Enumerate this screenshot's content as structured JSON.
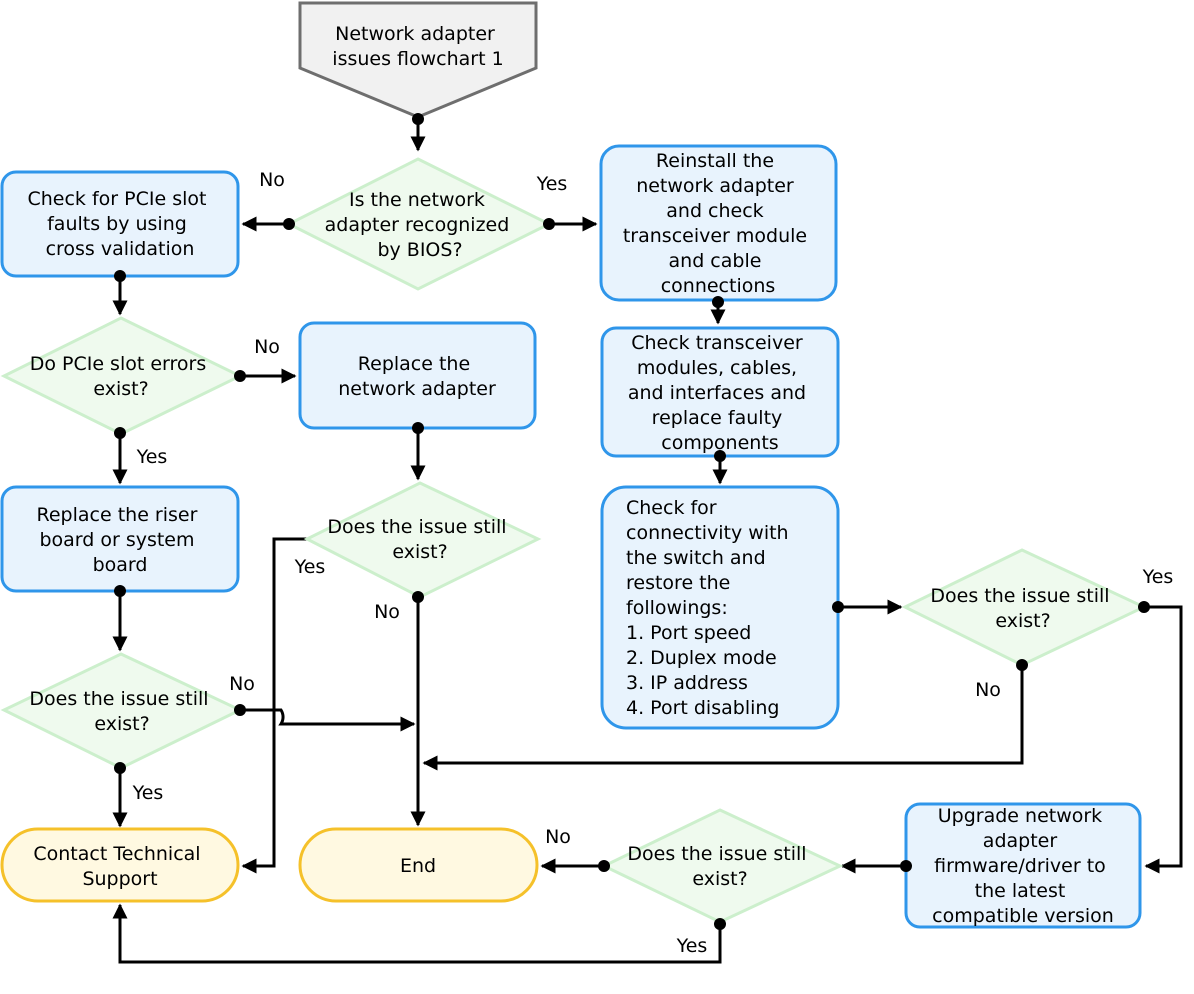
{
  "nodes": {
    "start": [
      "Network adapter",
      "issues flowchart 1"
    ],
    "bios_check": [
      "Is the network",
      "adapter recognized",
      "by BIOS?"
    ],
    "pcie_check": [
      "Check for PCIe slot",
      "faults by using",
      "cross validation"
    ],
    "reinstall": [
      "Reinstall the",
      "network adapter",
      "and check",
      "transceiver module",
      "and cable",
      "connections"
    ],
    "pcie_errors": [
      "Do PCIe slot errors",
      "exist?"
    ],
    "replace_adapter": [
      "Replace the",
      "network adapter"
    ],
    "check_transceiver": [
      "Check transceiver",
      "modules, cables,",
      "and interfaces and",
      "replace faulty",
      "components"
    ],
    "replace_riser": [
      "Replace the riser",
      "board or system",
      "board"
    ],
    "issue_q1": [
      "Does the issue still",
      "exist?"
    ],
    "connectivity": [
      "Check for",
      "connectivity with",
      "the switch and",
      "restore the",
      "followings:",
      "1. Port speed",
      "2. Duplex mode",
      "3. IP address",
      "4. Port disabling"
    ],
    "issue_q2": [
      "Does the issue still",
      "exist?"
    ],
    "issue_q3": [
      "Does the issue still",
      "exist?"
    ],
    "contact_support": [
      "Contact Technical",
      "Support"
    ],
    "end": [
      "End"
    ],
    "issue_q4": [
      "Does the issue still",
      "exist?"
    ],
    "upgrade": [
      "Upgrade network",
      "adapter",
      "firmware/driver to",
      "the latest",
      "compatible version"
    ]
  },
  "labels": {
    "bios_no": "No",
    "bios_yes": "Yes",
    "pcie_no": "No",
    "pcie_yes": "Yes",
    "q1_yes": "Yes",
    "q1_no": "No",
    "q2_yes": "Yes",
    "q2_no": "No",
    "q3_no": "No",
    "q3_yes": "Yes",
    "q4_no": "No",
    "q4_yes": "Yes"
  }
}
